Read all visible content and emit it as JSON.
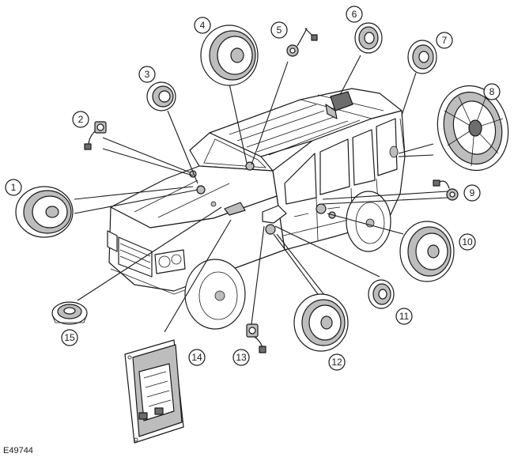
{
  "figure_ref": "E49744",
  "callouts": [
    {
      "id": "1",
      "label": "1"
    },
    {
      "id": "2",
      "label": "2"
    },
    {
      "id": "3",
      "label": "3"
    },
    {
      "id": "4",
      "label": "4"
    },
    {
      "id": "5",
      "label": "5"
    },
    {
      "id": "6",
      "label": "6"
    },
    {
      "id": "7",
      "label": "7"
    },
    {
      "id": "8",
      "label": "8"
    },
    {
      "id": "9",
      "label": "9"
    },
    {
      "id": "10",
      "label": "10"
    },
    {
      "id": "11",
      "label": "11"
    },
    {
      "id": "12",
      "label": "12"
    },
    {
      "id": "13",
      "label": "13"
    },
    {
      "id": "14",
      "label": "14"
    },
    {
      "id": "15",
      "label": "15"
    }
  ]
}
